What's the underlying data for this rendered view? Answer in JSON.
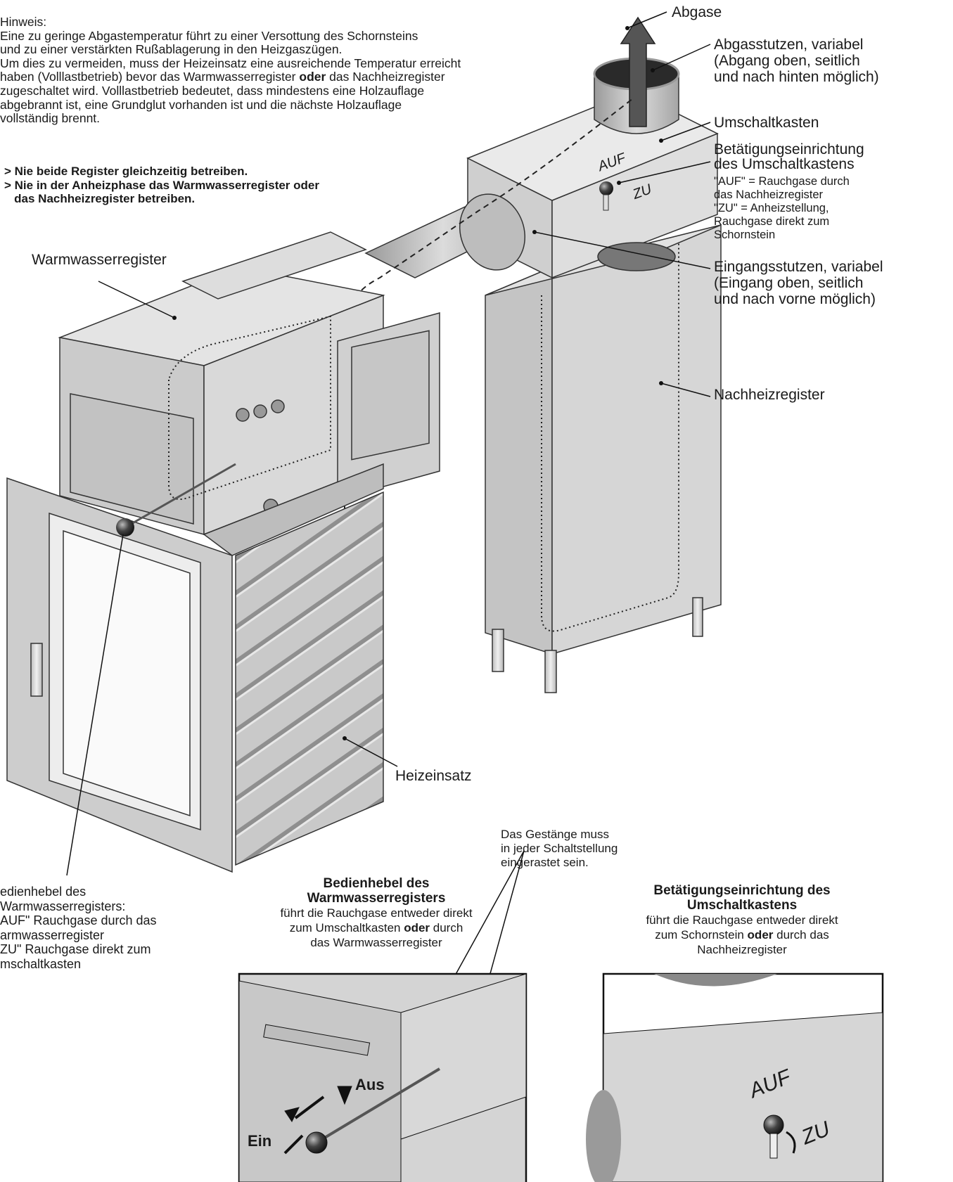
{
  "note": {
    "heading": "Hinweis:",
    "body_1": "Eine zu geringe Abgastemperatur führt zu einer Versottung des Schornsteins\nund zu einer verstärkten Rußablagerung in den Heizgaszügen.\nUm dies zu vermeiden, muss der Heizeinsatz eine ausreichende Temperatur erreicht\nhaben (Volllastbetrieb) bevor das Warmwasserregister ",
    "bold_word": "oder",
    "body_2": " das Nachheizregister\nzugeschaltet wird. Volllastbetrieb bedeutet, dass mindestens eine Holzauflage\nabgebrannt ist, eine Grundglut vorhanden ist und die nächste Holzauflage\nvollständig brennt."
  },
  "warnings": [
    "> Nie beide Register gleichzeitig betreiben.",
    "> Nie in der Anheizphase das Warmwasserregister oder\n   das Nachheizregister betreiben."
  ],
  "labels": {
    "abgase": "Abgase",
    "abgasstutzen": "Abgasstutzen, variabel\n(Abgang oben, seitlich\nund nach hinten möglich)",
    "umschaltkasten": "Umschaltkasten",
    "betaetigung_title": "Betätigungseinrichtung\ndes Umschaltkastens",
    "betaetigung_sub": "\"AUF\" = Rauchgase durch\ndas Nachheizregister\n\"ZU\" = Anheizstellung,\nRauchgase direkt zum\nSchornstein",
    "eingangsstutzen": "Eingangsstutzen, variabel\n(Eingang oben, seitlich\nund nach vorne möglich)",
    "nachheizregister": "Nachheizregister",
    "warmwasserregister": "Warmwasserregister",
    "heizeinsatz": "Heizeinsatz",
    "bedienhebel": "edienhebel des\nWarmwasserregisters:\nAUF\" Rauchgase durch das\narmwasserregister\nZU\" Rauchgase direkt zum\nmschaltkasten",
    "gestaenge": "Das Gestänge muss\nin jeder Schaltstellung\neingerastet sein.",
    "auf": "AUF",
    "zu": "ZU"
  },
  "captions": {
    "left_title": "Bedienhebel des\nWarmwasserregisters",
    "left_1": "führt die Rauchgase entweder direkt",
    "left_2a": "zum Umschaltkasten ",
    "left_bold": "oder",
    "left_2b": " durch",
    "left_3": "das Warmwasserregister",
    "right_title": "Betätigungseinrichtung des\nUmschaltkastens",
    "right_1": "führt die Rauchgase entweder direkt",
    "right_2a": "zum Schornstein ",
    "right_bold": "oder",
    "right_2b": " durch das",
    "right_3": "Nachheizregister"
  },
  "detail_labels": {
    "aus": "Aus",
    "ein": "Ein",
    "auf": "AUF",
    "zu": "ZU"
  }
}
